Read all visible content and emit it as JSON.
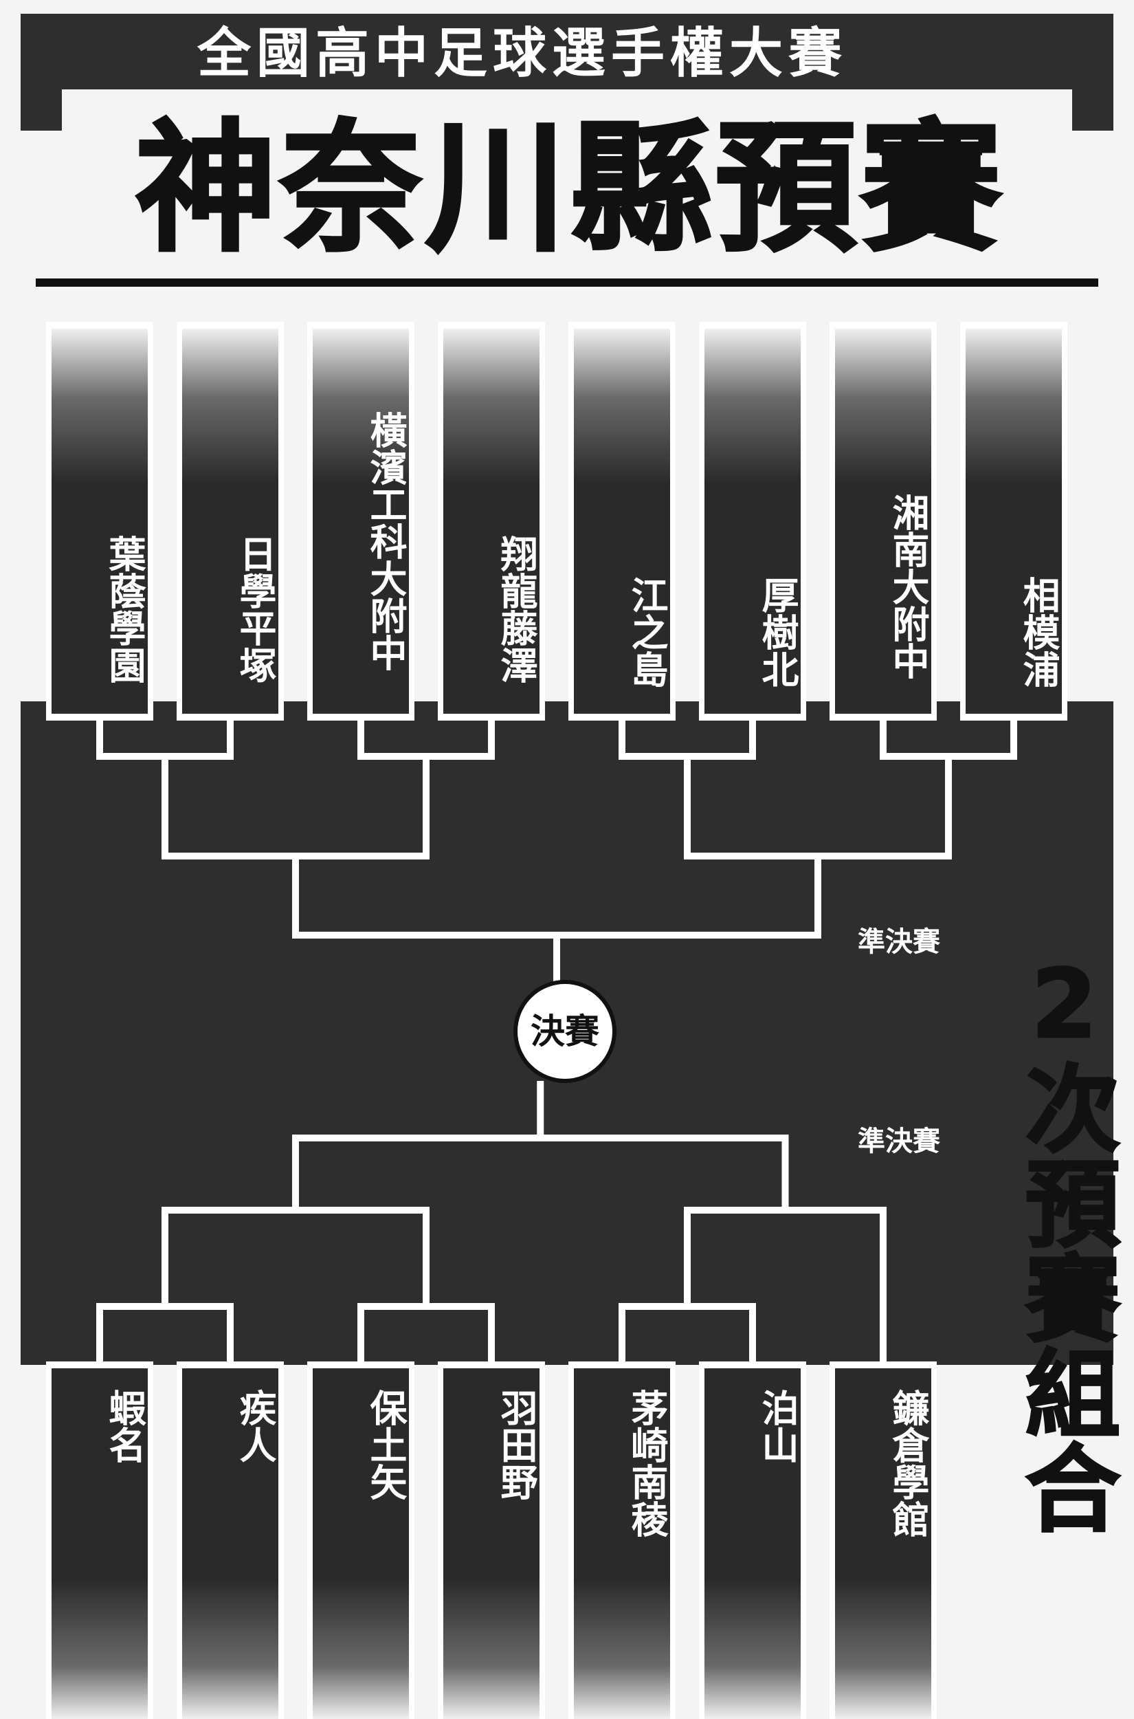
{
  "header": {
    "subtitle": "全國高中足球選手權大賽",
    "title": "神奈川縣預賽"
  },
  "side_title": "2次預賽組合",
  "rounds": {
    "final": "決賽",
    "semifinal_top": "準決賽",
    "semifinal_bottom": "準決賽"
  },
  "top_teams": [
    "葉蔭學園",
    "日學平塚",
    "橫濱工科大附中",
    "翔龍藤澤",
    "江之島",
    "厚樹北",
    "湘南大附中",
    "相模浦"
  ],
  "bottom_teams": [
    "蝦名",
    "疾人",
    "保土矢",
    "羽田野",
    "茅崎南稜",
    "泊山",
    "鐮倉學館"
  ],
  "colors": {
    "panel": "#2e2e2e",
    "ink": "#111111",
    "line": "#ffffff",
    "paper": "#f4f4f4"
  }
}
